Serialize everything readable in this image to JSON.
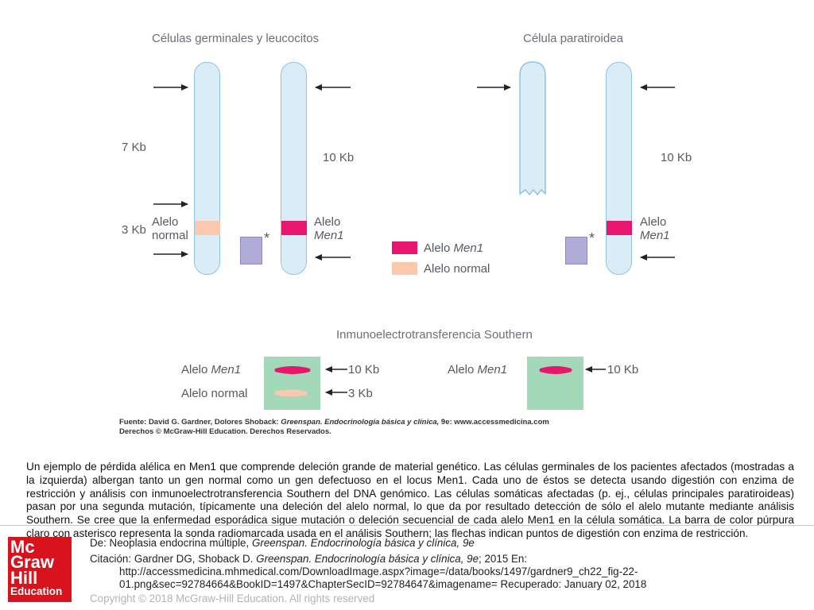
{
  "figure": {
    "titles": {
      "left": "Células germinales y leucocitos",
      "right": "Célula paratiroidea",
      "blot": "Inmunoelectrotransferencia Southern"
    },
    "left_panel": {
      "size_7kb": "7 Kb",
      "size_3kb": "3 Kb",
      "size_10kb": "10 Kb",
      "normal_allele_line1": "Alelo",
      "normal_allele_line2": "normal",
      "men1_allele_line1": "Alelo",
      "men1_allele_line2": "Men1",
      "asterisk": "*"
    },
    "right_panel": {
      "size_10kb": "10 Kb",
      "men1_allele_line1": "Alelo",
      "men1_allele_line2": "Men1",
      "asterisk": "*"
    },
    "legend": {
      "men1_prefix": "Alelo ",
      "men1_italic": "Men1",
      "normal": "Alelo normal",
      "colors": {
        "men1": "#e6176d",
        "normal": "#f9c8ae",
        "probe": "#b2acd9",
        "blot": "#a3d8b8"
      }
    },
    "blot": {
      "left": {
        "men1_prefix": "Alelo ",
        "men1_italic": "Men1",
        "normal": "Alelo normal",
        "size_10kb": "10 Kb",
        "size_3kb": "3 Kb"
      },
      "right": {
        "men1_prefix": "Alelo ",
        "men1_italic": "Men1",
        "size_10kb": "10 Kb"
      }
    },
    "source_line1_prefix": "Fuente: David G. Gardner, Dolores Shoback: ",
    "source_line1_italic": "Greenspan. Endocrinología básica y clínica,",
    "source_line1_suffix": " 9e: www.accessmedicina.com",
    "source_line2": "Derechos © McGraw-Hill Education. Derechos Reservados."
  },
  "caption": "Un ejemplo de pérdida alélica en Men1 que comprende deleción grande de material genético. Las células germinales de los pacientes afectados (mostradas a la izquierda) albergan tanto un gen normal como un gen defectuoso en el locus Men1. Cada uno de éstos se detecta usando digestión con enzima de restricción y análisis con inmunoelectrotransferencia Southern del DNA genómico. Las células somáticas afectadas (p. ej., células principales paratiroideas) pasan por una segunda mutación, típicamente una deleción del alelo normal, lo que da por resultado detección de sólo el alelo mutante mediante análisis Southern. Se cree que la enfermedad esporádica sigue mutación o deleción secuencial de cada alelo Men1 en la célula somática. La barra de color púrpura claro con asterisco representa la sonda radiomarcada usada en el análisis Southern; las flechas indican puntos de digestión con enzima de restricción.",
  "citation": {
    "from_prefix": "De: Neoplasia endocrina múltiple, ",
    "from_italic": "Greenspan. Endocrinología básica y clínica, 9e",
    "citation_prefix": "Citación: Gardner DG, Shoback D",
    "citation_dot": ". ",
    "citation_italic": "Greenspan. Endocrinología básica y clínica, 9e",
    "citation_suffix": "; 2015 En:",
    "url_line1": "http://accessmedicina.mhmedical.com/DownloadImage.aspx?image=/data/books/1497/gardner9_ch22_fig-22-",
    "url_line2": "01.png&sec=92784664&BookID=1497&ChapterSecID=92784647&imagename= Recuperado: January 02, 2018"
  },
  "copyright": "Copyright © 2018 McGraw-Hill Education. All rights reserved",
  "logo": {
    "line1": "Mc",
    "line2": "Graw",
    "line3": "Hill",
    "line4": "Education"
  }
}
